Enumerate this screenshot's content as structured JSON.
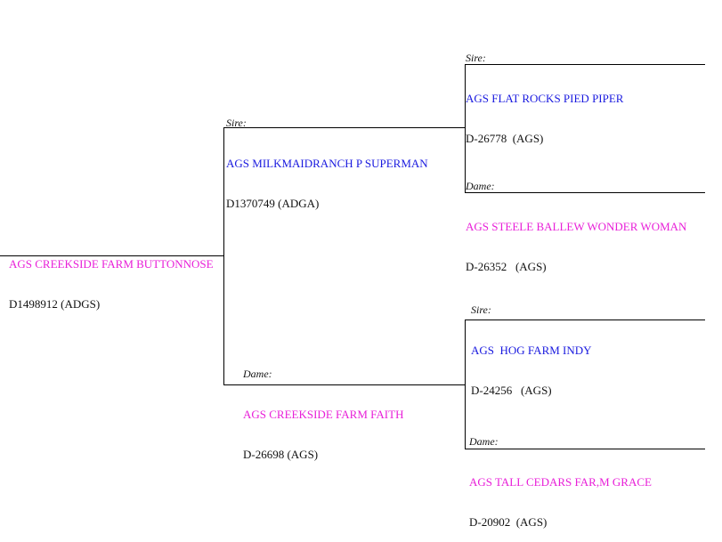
{
  "colors": {
    "sire": "#1a1adf",
    "dam": "#e81fd8",
    "text": "#111111",
    "line": "#000000"
  },
  "subject": {
    "name": "AGS CREEKSIDE FARM BUTTONNOSE",
    "reg": "D1498912 (ADGS)"
  },
  "sire": {
    "role": "Sire:",
    "name": "AGS MILKMAIDRANCH P SUPERMAN",
    "reg": "D1370749 (ADGA)"
  },
  "dam": {
    "role": "Dame:",
    "name": "AGS CREEKSIDE FARM FAITH",
    "reg": "D-26698 (AGS)"
  },
  "sire_sire": {
    "role": "Sire:",
    "name": "AGS FLAT ROCKS PIED PIPER",
    "reg": "D-26778  (AGS)"
  },
  "sire_dam": {
    "role": "Dame:",
    "name": "AGS STEELE BALLEW WONDER WOMAN",
    "reg": "D-26352   (AGS)"
  },
  "dam_sire": {
    "role": "Sire:",
    "name": "AGS  HOG FARM INDY",
    "reg": "D-24256   (AGS)"
  },
  "dam_dam": {
    "role": "Dame:",
    "name": "AGS TALL CEDARS FAR,M GRACE",
    "reg": "D-20902  (AGS)"
  }
}
